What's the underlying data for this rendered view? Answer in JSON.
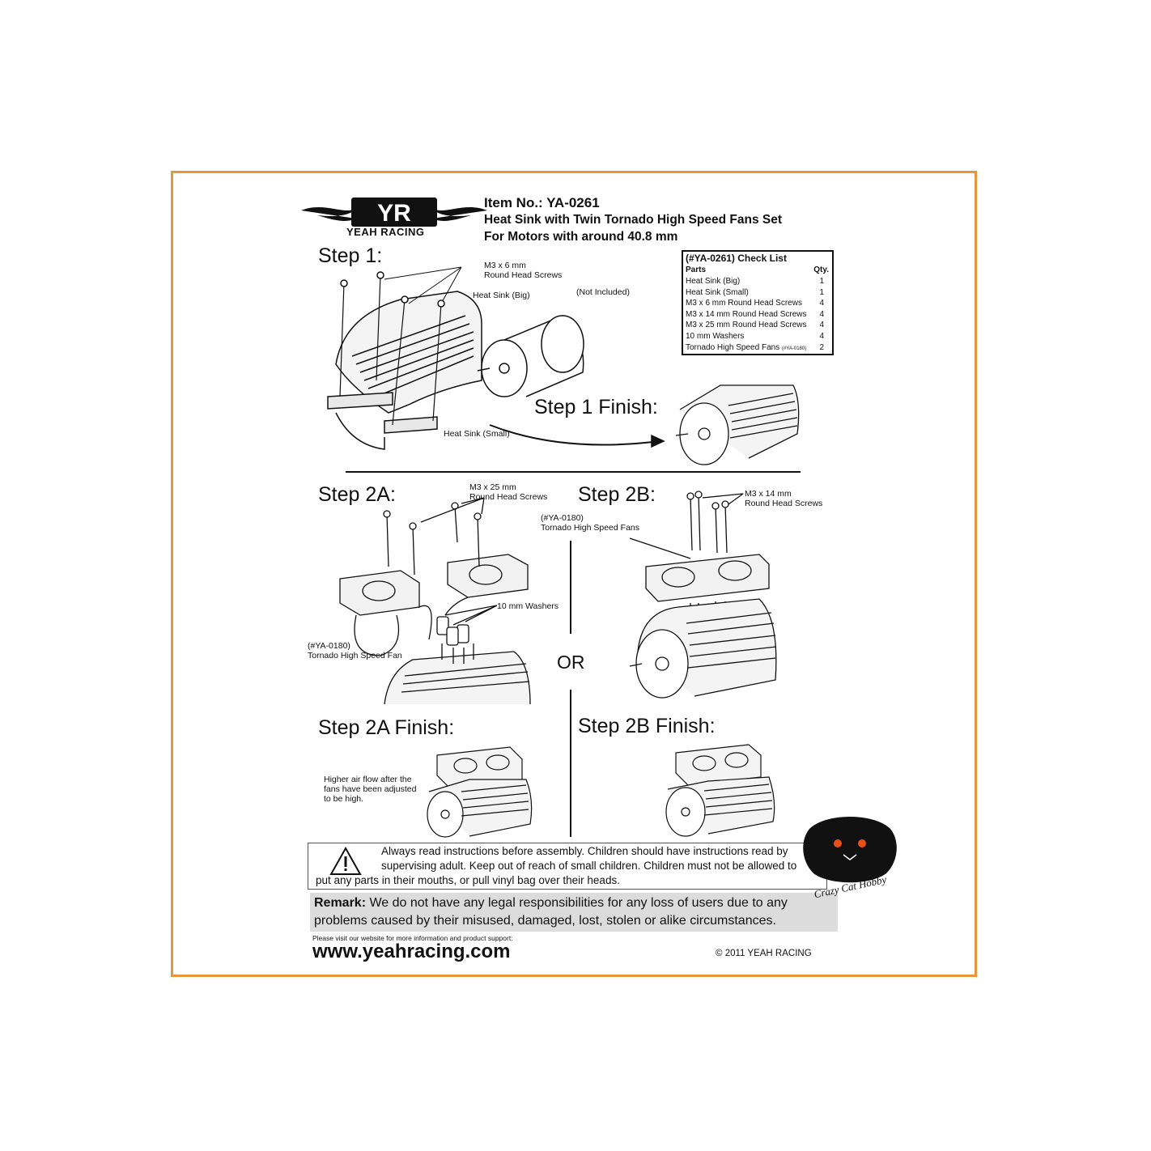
{
  "logo": {
    "monogram": "YR",
    "brand": "YEAH RACING"
  },
  "header": {
    "item_no": "Item No.: YA-0261",
    "product": "Heat Sink with Twin Tornado High Speed Fans Set",
    "motors": "For Motors with around 40.8 mm"
  },
  "step1": {
    "title": "Step 1:",
    "screws_label": "M3 x 6 mm\nRound Head Screws",
    "heatsink_big": "Heat Sink (Big)",
    "not_included": "(Not Included)",
    "heatsink_small": "Heat Sink (Small)",
    "finish": "Step 1 Finish:"
  },
  "checklist": {
    "title": "(#YA-0261) Check List",
    "col_parts": "Parts",
    "col_qty": "Qty.",
    "rows": [
      {
        "part": "Heat Sink (Big)",
        "qty": "1"
      },
      {
        "part": "Heat Sink (Small)",
        "qty": "1"
      },
      {
        "part": "M3 x 6 mm Round Head Screws",
        "qty": "4"
      },
      {
        "part": "M3 x 14 mm Round Head Screws",
        "qty": "4"
      },
      {
        "part": "M3 x 25 mm Round Head Screws",
        "qty": "4"
      },
      {
        "part": "10 mm Washers",
        "qty": "4"
      },
      {
        "part": "Tornado High Speed Fans",
        "tag": "(#YA-0180)",
        "qty": "2"
      }
    ]
  },
  "step2a": {
    "title": "Step 2A:",
    "screws_label": "M3 x 25 mm\nRound Head Screws",
    "fans_label": "(#YA-0180)\nTornado High Speed Fans",
    "washers_label": "10 mm Washers",
    "fan_label": "(#YA-0180)\nTornado High Speed Fan",
    "finish": "Step 2A Finish:",
    "note": "Higher air flow after the\nfans have been adjusted\nto be high."
  },
  "or_label": "OR",
  "step2b": {
    "title": "Step 2B:",
    "screws_label": "M3 x 14 mm\nRound Head Screws",
    "finish": "Step 2B Finish:"
  },
  "warning": {
    "line1": "Always read instructions before assembly. Children should have instructions read by",
    "line2": "supervising adult. Keep out of reach of small children. Children must not be allowed to",
    "line3": "put any parts in their mouths, or pull vinyl bag over their heads."
  },
  "remark": {
    "label": "Remark:",
    "text1": "We do not have any legal responsibilities for any loss of users due to any",
    "text2": "problems caused by their misused, damaged, lost, stolen or alike circumstances."
  },
  "footer": {
    "visit": "Please visit our website for more information and product support:",
    "website": "www.yeahracing.com",
    "copyright": "2011 YEAH RACING"
  },
  "watermark": {
    "text": "Crazy Cat Hobby"
  },
  "colors": {
    "frame": "#e8953a",
    "remark_bg": "#dcdcdc",
    "ink": "#111111"
  }
}
